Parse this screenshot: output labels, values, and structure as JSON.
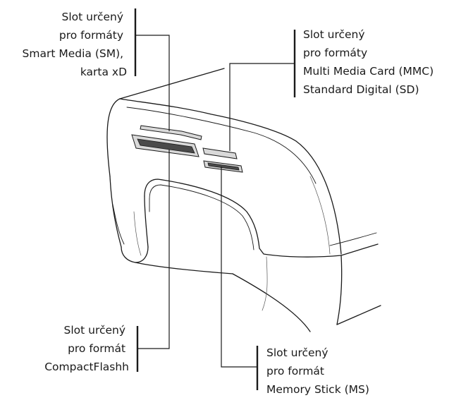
{
  "diagram": {
    "labels": {
      "sm_xd": {
        "lines": [
          "Slot určený",
          "pro formáty",
          "Smart Media (SM),",
          "karta xD"
        ]
      },
      "mmc_sd": {
        "lines": [
          "Slot určený",
          "pro formáty",
          "Multi Media Card (MMC)",
          "Standard Digital (SD)"
        ]
      },
      "compactflash": {
        "lines": [
          "Slot určený",
          "pro formát",
          "CompactFlashh"
        ]
      },
      "memory_stick": {
        "lines": [
          "Slot určený",
          "pro formát",
          "Memory Stick (MS)"
        ]
      }
    }
  }
}
